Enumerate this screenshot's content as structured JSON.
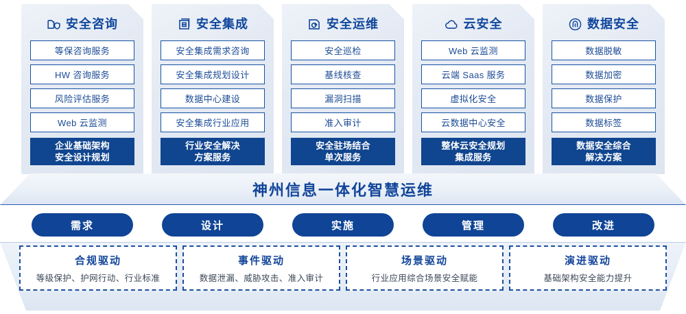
{
  "columns": [
    {
      "icon": "folder-shield-icon",
      "title": "安全咨询",
      "items": [
        "等保咨询服务",
        "HW 咨询服务",
        "风险评估服务",
        "Web 云监测"
      ],
      "summary": [
        "企业基础架构",
        "安全设计规划"
      ]
    },
    {
      "icon": "integration-panel-icon",
      "title": "安全集成",
      "items": [
        "安全集成需求咨询",
        "安全集成规划设计",
        "数据中心建设",
        "安全集成行业应用"
      ],
      "summary": [
        "行业安全解决",
        "方案服务"
      ]
    },
    {
      "icon": "monitor-ops-icon",
      "title": "安全运维",
      "items": [
        "安全巡检",
        "基线核查",
        "漏洞扫描",
        "准入审计"
      ],
      "summary": [
        "安全驻场结合",
        "单次服务"
      ]
    },
    {
      "icon": "cloud-icon",
      "title": "云安全",
      "items": [
        "Web 云监测",
        "云端 Saas 服务",
        "虚拟化安全",
        "云数据中心安全"
      ],
      "summary": [
        "整体云安全规划",
        "集成服务"
      ]
    },
    {
      "icon": "fingerprint-icon",
      "title": "数据安全",
      "items": [
        "数据脱敏",
        "数据加密",
        "数据保护",
        "数据标签"
      ],
      "summary": [
        "数据安全综合",
        "解决方案"
      ]
    }
  ],
  "platform": {
    "title": "神州信息一体化智慧运维"
  },
  "stages": [
    {
      "label": "需求"
    },
    {
      "label": "设计"
    },
    {
      "label": "实施"
    },
    {
      "label": "管理"
    },
    {
      "label": "改进"
    }
  ],
  "drivers": [
    {
      "title": "合规驱动",
      "desc": "等级保护、护网行动、行业标准"
    },
    {
      "title": "事件驱动",
      "desc": "数据泄漏、威胁攻击、准入审计"
    },
    {
      "title": "场景驱动",
      "desc": "行业应用综合场景安全赋能"
    },
    {
      "title": "演进驱动",
      "desc": "基础架构安全能力提升"
    }
  ],
  "colors": {
    "brand_blue": "#11479c",
    "pill_blue": "#0f4496",
    "summary_blue": "#10458f",
    "item_border": "#17519f",
    "panel_bg": "#e4eaf4"
  }
}
